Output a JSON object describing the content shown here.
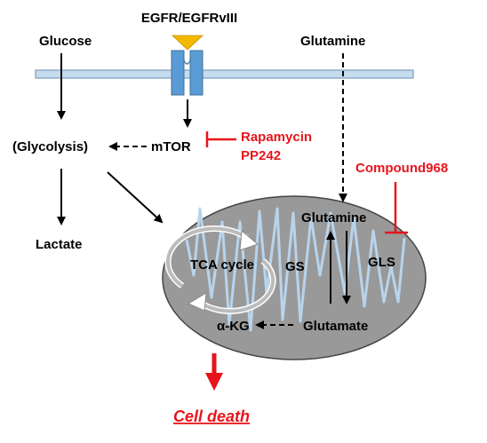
{
  "labels": {
    "egfr": "EGFR/EGFRvIII",
    "glucose": "Glucose",
    "glutamine_top": "Glutamine",
    "glycolysis": "(Glycolysis)",
    "mtor": "mTOR",
    "rapamycin": "Rapamycin",
    "pp242": "PP242",
    "compound968": "Compound968",
    "lactate": "Lactate",
    "glutamine_mito": "Glutamine",
    "tca": "TCA cycle",
    "gs": "GS",
    "gls": "GLS",
    "akg": "α-KG",
    "glutamate": "Glutamate",
    "cell_death": "Cell death"
  },
  "colors": {
    "membrane": "#c5dcef",
    "receptor": "#5b9bd5",
    "ligand": "#f5b800",
    "mitochondrion": "#999999",
    "cristae": "#b8d4ec",
    "inhibitor": "#e8141b"
  }
}
